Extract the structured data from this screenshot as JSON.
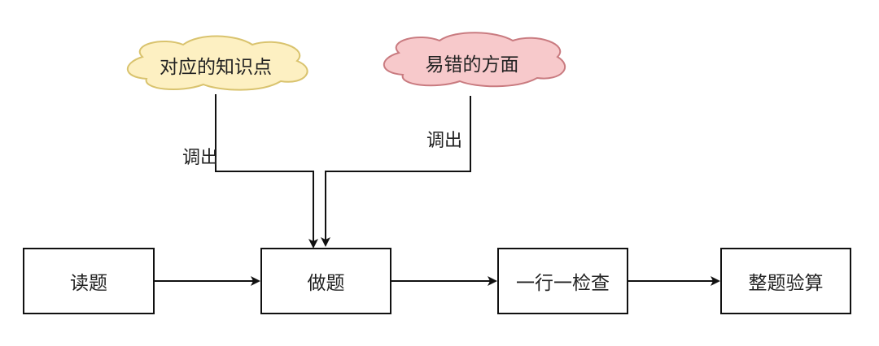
{
  "clouds": [
    {
      "label": "对应的知识点",
      "fill": "#fdf0c2",
      "stroke": "#d9c36e"
    },
    {
      "label": "易错的方面",
      "fill": "#f7c9cb",
      "stroke": "#c97b80"
    }
  ],
  "edge_labels": [
    "调出",
    "调出"
  ],
  "steps": [
    "读题",
    "做题",
    "一行一检查",
    "整题验算"
  ]
}
